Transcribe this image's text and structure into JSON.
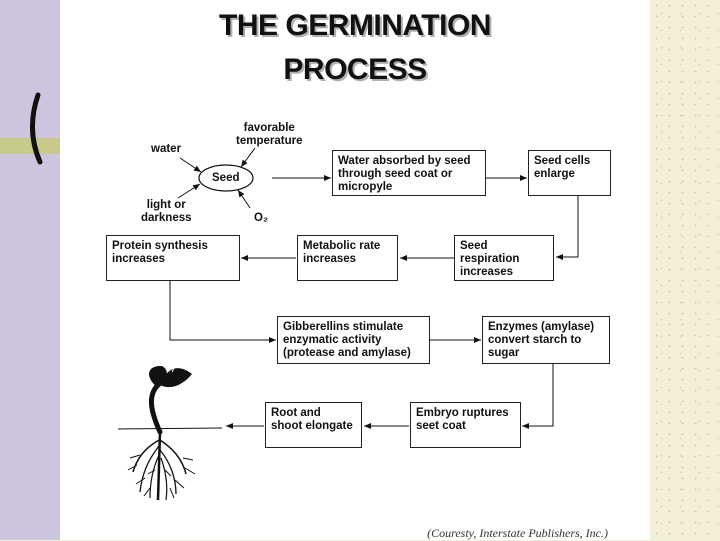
{
  "title": "THE GERMINATION\nPROCESS",
  "seed_cluster": {
    "center": "Seed",
    "water": "water",
    "temperature": "favorable\ntemperature",
    "light": "light or\ndarkness",
    "oxygen": "O₂"
  },
  "steps": [
    "Water absorbed by seed\nthrough seed coat or\nmicropyle",
    "Seed cells\nenlarge",
    "Seed respiration\nincreases",
    "Metabolic rate\nincreases",
    "Protein synthesis\nincreases",
    "Gibberellins stimulate\nenzymatic activity\n(protease and amylase)",
    "Enzymes (amylase)\nconvert starch to\nsugar",
    "Embryo ruptures\nseet coat",
    "Root and\nshoot elongate"
  ],
  "credit": "(Couresty, Interstate Publishers, Inc.)"
}
